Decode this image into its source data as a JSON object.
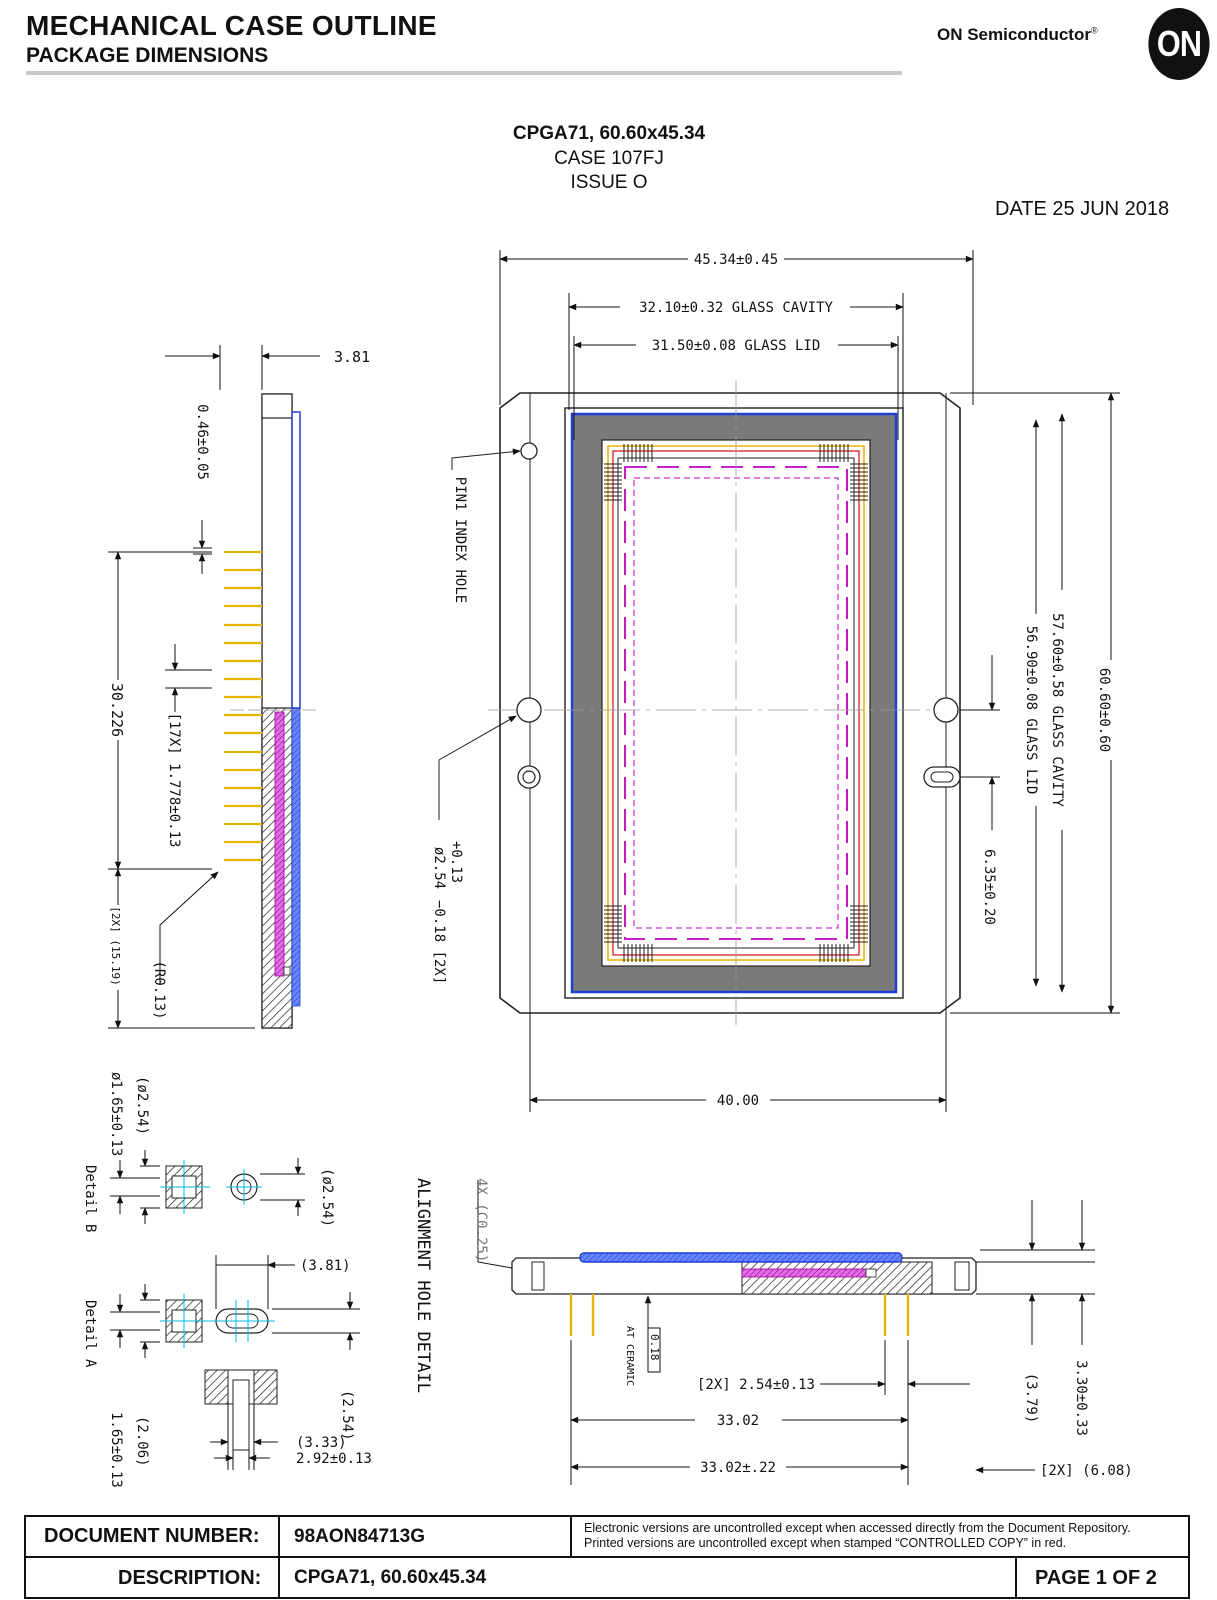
{
  "header": {
    "title": "MECHANICAL CASE OUTLINE",
    "subtitle": "PACKAGE DIMENSIONS",
    "brand": "ON Semiconductor",
    "brand_mark": "®",
    "logo_text": "ON"
  },
  "package": {
    "name": "CPGA71, 60.60x45.34",
    "case": "CASE 107FJ",
    "issue": "ISSUE O",
    "date": "DATE 25 JUN 2018"
  },
  "dimensions": {
    "overall_width": "45.34±0.45",
    "glass_cavity_width": "32.10±0.32 GLASS CAVITY",
    "glass_lid_width": "31.50±0.08 GLASS LID",
    "side_thickness": "3.81",
    "lid_offset": "0.46±0.05",
    "pin_span": "30.226",
    "pin_pitch": "[17X] 1.778±0.13",
    "pin_row": "[2X] (15.19)",
    "pin_radius": "(R0.13)",
    "pin1_label": "PIN1 INDEX HOLE",
    "hole_dia": "ø2.54",
    "hole_tol_plus": "+0.13",
    "hole_tol_minus": "−0.18 [2X]",
    "cavity_height": "57.60±0.58 GLASS CAVITY",
    "lid_height": "56.90±0.08 GLASS LID",
    "overall_height": "60.60±0.60",
    "slot_offset": "6.35±0.20",
    "bottom_width": "40.00",
    "chamfer": "4X (C0.25)",
    "flatness_val": "0.18",
    "flatness_note": "AT CERAMIC",
    "pin_pos": "[2X] 2.54±0.13",
    "pin_center": "33.02",
    "pin_center_tol": "33.02±.22",
    "edge_offset": "[2X] (6.08)",
    "height_ref": "(3.79)",
    "height_total": "3.30±0.33"
  },
  "details": {
    "alignment_title": "ALIGNMENT HOLE DETAIL",
    "detail_b": "Detail B",
    "detail_a": "Detail A",
    "b_dia_ref": "(ø2.54)",
    "b_dia": "ø1.65±0.13",
    "b_right": "(ø2.54)",
    "a_top": "(3.81)",
    "a_right": "(2.54)",
    "a_ref": "(2.06)",
    "a_dia": "1.65±0.13",
    "a_depth_ref": "(3.33)",
    "a_depth": "2.92±0.13"
  },
  "titleblock": {
    "doc_number_label": "DOCUMENT NUMBER:",
    "doc_number": "98AON84713G",
    "description_label": "DESCRIPTION:",
    "description": "CPGA71, 60.60x45.34",
    "note_line1": "Electronic versions are uncontrolled except when accessed directly from the Document Repository.",
    "note_line2": "Printed versions are uncontrolled except when stamped “CONTROLLED COPY” in red.",
    "page": "PAGE 1 OF 2"
  },
  "colors": {
    "ceramic_gray": "#7a7a7a",
    "lid_blue": "#1f3fd6",
    "die_magenta": "#c000c0",
    "pin_gold": "#e8b400",
    "wire_red": "#d01010",
    "cyan_mark": "#00b8e0"
  }
}
